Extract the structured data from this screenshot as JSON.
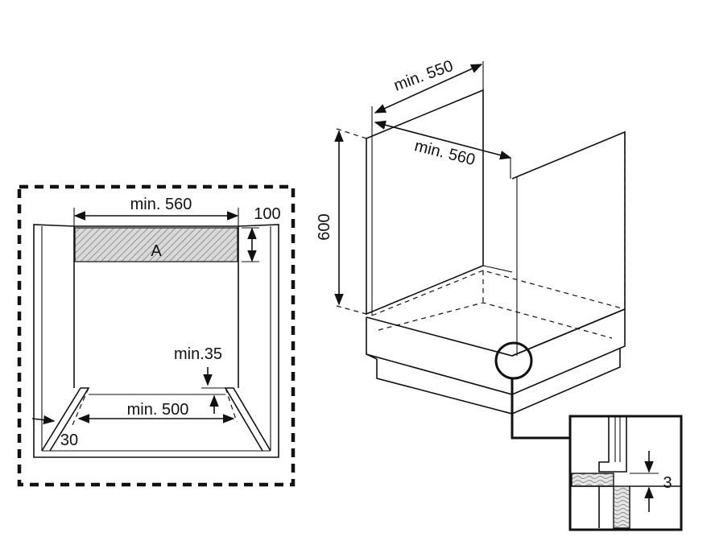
{
  "front_view": {
    "width_label": "min. 560",
    "depth_label": "100",
    "area_label": "A",
    "gap_label": "min.35",
    "bottom_width_label": "min. 500",
    "corner_label": "30"
  },
  "cabinet_view": {
    "height_label": "600",
    "top_depth_label": "min. 550",
    "inner_width_label": "min. 560"
  },
  "detail_view": {
    "gap_label": "3"
  }
}
